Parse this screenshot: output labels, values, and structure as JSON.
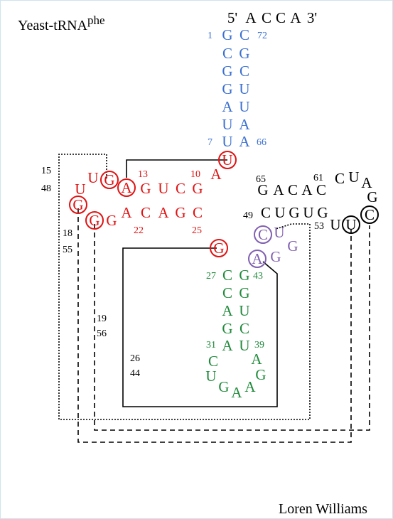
{
  "title": {
    "main": "Yeast-tRNA",
    "superscript": "phe"
  },
  "author": "Loren Williams",
  "colors": {
    "acceptor": "#3a6fd0",
    "d_arm": "#e01212",
    "anticodon": "#1f8a3a",
    "variable": "#8060b0",
    "t_arm": "#000000"
  },
  "nucleotides": {
    "five_prime": "5'",
    "acc_a1": "A",
    "acc_c1": "C",
    "acc_c2": "C",
    "acc_a2": "A",
    "three_prime": "3'",
    "acc_5_1": "G",
    "acc_3_1": "C",
    "acc_5_2": "C",
    "acc_3_2": "G",
    "acc_5_3": "G",
    "acc_3_3": "C",
    "acc_5_4": "G",
    "acc_3_4": "U",
    "acc_5_5": "A",
    "acc_3_5": "U",
    "acc_5_6": "U",
    "acc_3_6": "A",
    "acc_5_7": "U",
    "acc_3_7": "A",
    "u8": "U",
    "a9": "A",
    "d_10": "G",
    "d_11": "C",
    "d_12": "U",
    "d_13": "G",
    "d_a14": "A",
    "d_g15": "G",
    "d_u16": "U",
    "d_u17": "U",
    "d_g18": "G",
    "d_g19": "G",
    "d_a21": "A",
    "d_22": "C",
    "d_23": "A",
    "d_24": "G",
    "d_25": "C",
    "g26": "G",
    "ac_27a": "C",
    "ac_27b": "G",
    "ac_28a": "C",
    "ac_28b": "G",
    "ac_29a": "A",
    "ac_29b": "U",
    "ac_30a": "G",
    "ac_30b": "C",
    "ac_31a": "A",
    "ac_31b": "U",
    "ac_32": "C",
    "ac_38": "A",
    "ac_33": "U",
    "ac_37": "G",
    "ac_34": "G",
    "ac_35": "A",
    "ac_36": "A",
    "v_a44": "A",
    "v_g45": "G",
    "v_g46": "G",
    "v_u47": "U",
    "v_c48": "C",
    "t_49": "C",
    "t_50": "U",
    "t_51": "G",
    "t_52": "U",
    "t_53": "G",
    "t_u54": "U",
    "t_u55": "U",
    "t_c56": "C",
    "t_g57": "G",
    "t_a58": "A",
    "t_u59": "U",
    "t_c60": "C",
    "t_61": "C",
    "t_62": "A",
    "t_63": "C",
    "t_64": "A",
    "t_65": "G"
  },
  "numbers": {
    "n1": "1",
    "n72": "72",
    "n7": "7",
    "n66": "66",
    "n13": "13",
    "n10": "10",
    "n22": "22",
    "n25": "25",
    "n27": "27",
    "n43": "43",
    "n31": "31",
    "n39": "39",
    "n65": "65",
    "n61": "61",
    "n49": "49",
    "n53": "53",
    "n15": "15",
    "n48": "48",
    "n18": "18",
    "n55": "55",
    "n19": "19",
    "n56": "56",
    "n26": "26",
    "n44": "44"
  }
}
